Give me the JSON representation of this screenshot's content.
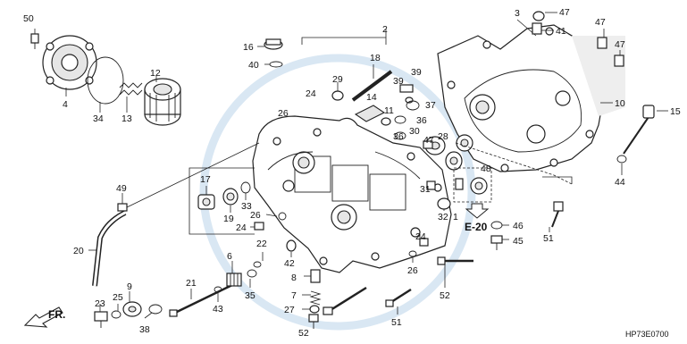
{
  "diagram": {
    "code": "HP73E0700",
    "reference_label": "E-20",
    "direction_label": "FR.",
    "callouts": [
      "50",
      "4",
      "34",
      "13",
      "12",
      "16",
      "40",
      "2",
      "18",
      "29",
      "39",
      "39",
      "26",
      "24",
      "14",
      "11",
      "37",
      "36",
      "36",
      "30",
      "3",
      "47",
      "41",
      "47",
      "47",
      "10",
      "15",
      "44",
      "17",
      "19",
      "33",
      "26",
      "24",
      "49",
      "20",
      "22",
      "42",
      "8",
      "7",
      "27",
      "52",
      "21",
      "43",
      "6",
      "35",
      "9",
      "25",
      "23",
      "28",
      "38",
      "24",
      "26",
      "47",
      "31",
      "32",
      "48",
      "46",
      "45",
      "51",
      "52",
      "51",
      "1"
    ],
    "colors": {
      "line": "#222222",
      "watermark": "#d9e7f3",
      "shade": "#e6e6e6"
    }
  }
}
